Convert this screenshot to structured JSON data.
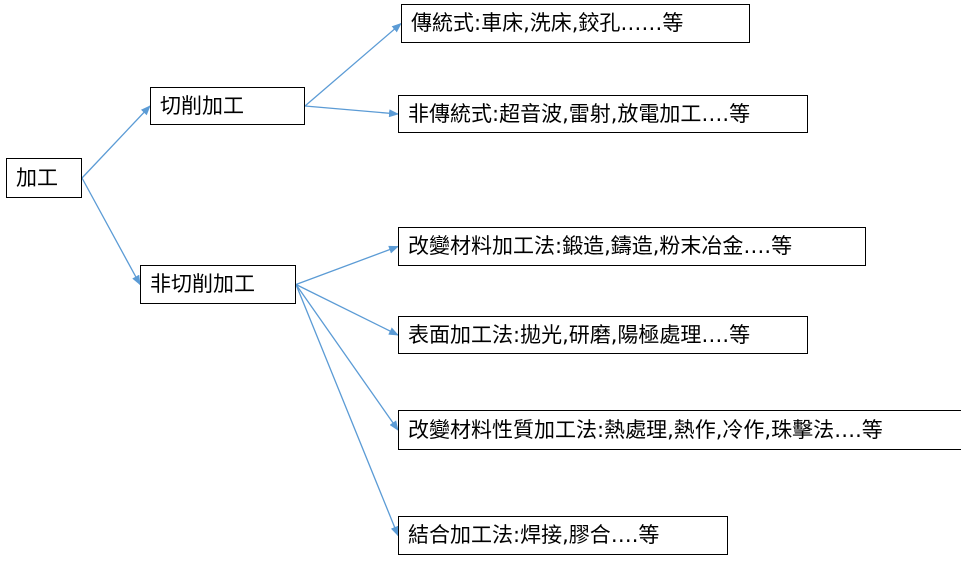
{
  "colors": {
    "connector": "#5b9bd5",
    "box_border": "#000000",
    "text": "#000000",
    "background": "#ffffff"
  },
  "nodes": {
    "root": "加工",
    "cutting": "切削加工",
    "non_cutting": "非切削加工",
    "traditional": "傳統式:車床,洗床,鉸孔……等",
    "non_traditional": "非傳統式:超音波,雷射,放電加工….等",
    "material_change": "改變材料加工法:鍛造,鑄造,粉末冶金….等",
    "surface": "表面加工法:拋光,研磨,陽極處理….等",
    "property_change": "改變材料性質加工法:熱處理,熱作,冷作,珠擊法….等",
    "joining": "結合加工法:焊接,膠合….等"
  },
  "edges": [
    {
      "from": "root",
      "to": "cutting"
    },
    {
      "from": "root",
      "to": "non_cutting"
    },
    {
      "from": "cutting",
      "to": "traditional"
    },
    {
      "from": "cutting",
      "to": "non_traditional"
    },
    {
      "from": "non_cutting",
      "to": "material_change"
    },
    {
      "from": "non_cutting",
      "to": "surface"
    },
    {
      "from": "non_cutting",
      "to": "property_change"
    },
    {
      "from": "non_cutting",
      "to": "joining"
    }
  ]
}
